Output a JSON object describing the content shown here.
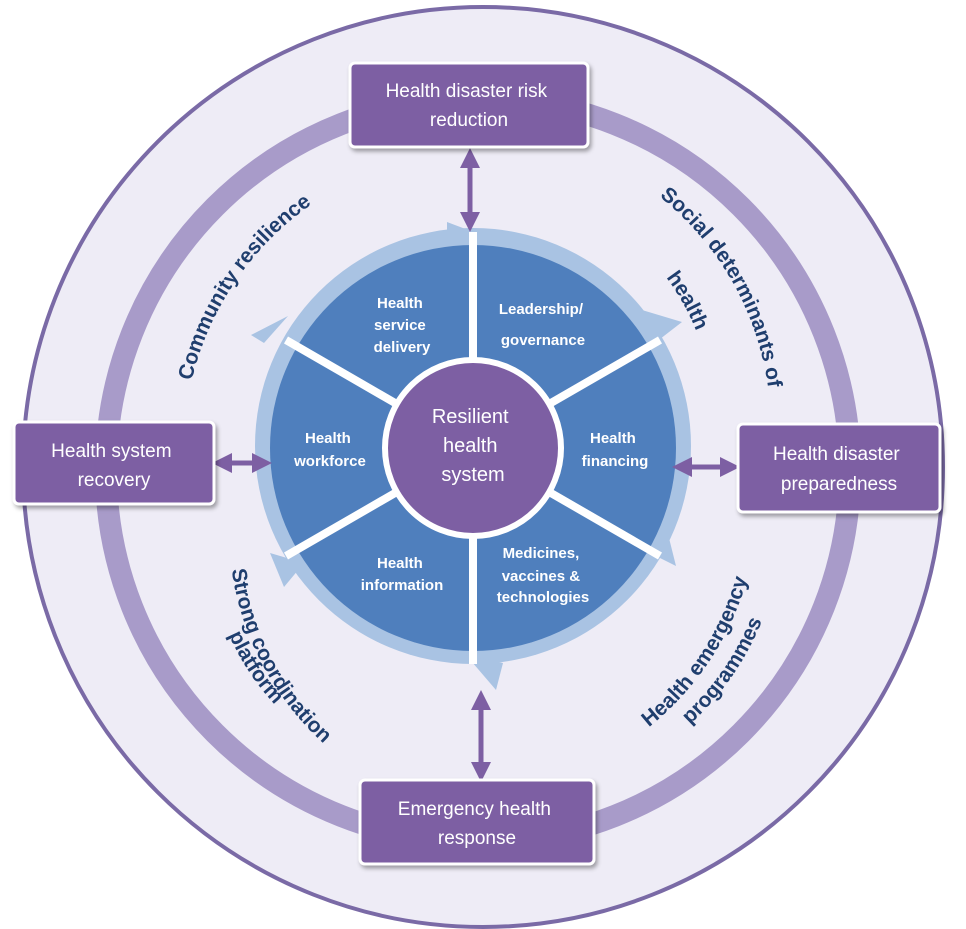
{
  "center": {
    "lines": [
      "Resilient",
      "health",
      "system"
    ]
  },
  "segments": [
    {
      "lines": [
        "Leadership/",
        "governance"
      ]
    },
    {
      "lines": [
        "Health",
        "financing"
      ]
    },
    {
      "lines": [
        "Medicines,",
        "vaccines &",
        "technologies"
      ]
    },
    {
      "lines": [
        "Health",
        "information"
      ]
    },
    {
      "lines": [
        "Health",
        "workforce"
      ]
    },
    {
      "lines": [
        "Health",
        "service",
        "delivery"
      ]
    }
  ],
  "boxes": {
    "top": {
      "lines": [
        "Health disaster risk",
        "reduction"
      ]
    },
    "right": {
      "lines": [
        "Health disaster",
        "preparedness"
      ]
    },
    "bottom": {
      "lines": [
        "Emergency health",
        "response"
      ]
    },
    "left": {
      "lines": [
        "Health system",
        "recovery"
      ]
    }
  },
  "arc_labels": {
    "community": "Community resilience",
    "social_1": "Social determinants of",
    "social_2": "health",
    "coordination_1": "Strong coordination",
    "coordination_2": "platform",
    "programmes_1": "Health emergency",
    "programmes_2": "programmes"
  },
  "colors": {
    "outer_fill": "#eeecf6",
    "outer_stroke": "#7a6aa6",
    "ring": "#a89bc9",
    "box_fill": "#7d5fa3",
    "box_stroke": "#ffffff",
    "segment_fill": "#4f7fbd",
    "segment_ring": "#a9c3e3",
    "center_fill": "#7d5fa3",
    "arc_text": "#1f3e6e",
    "arrow": "#7d5fa3"
  }
}
